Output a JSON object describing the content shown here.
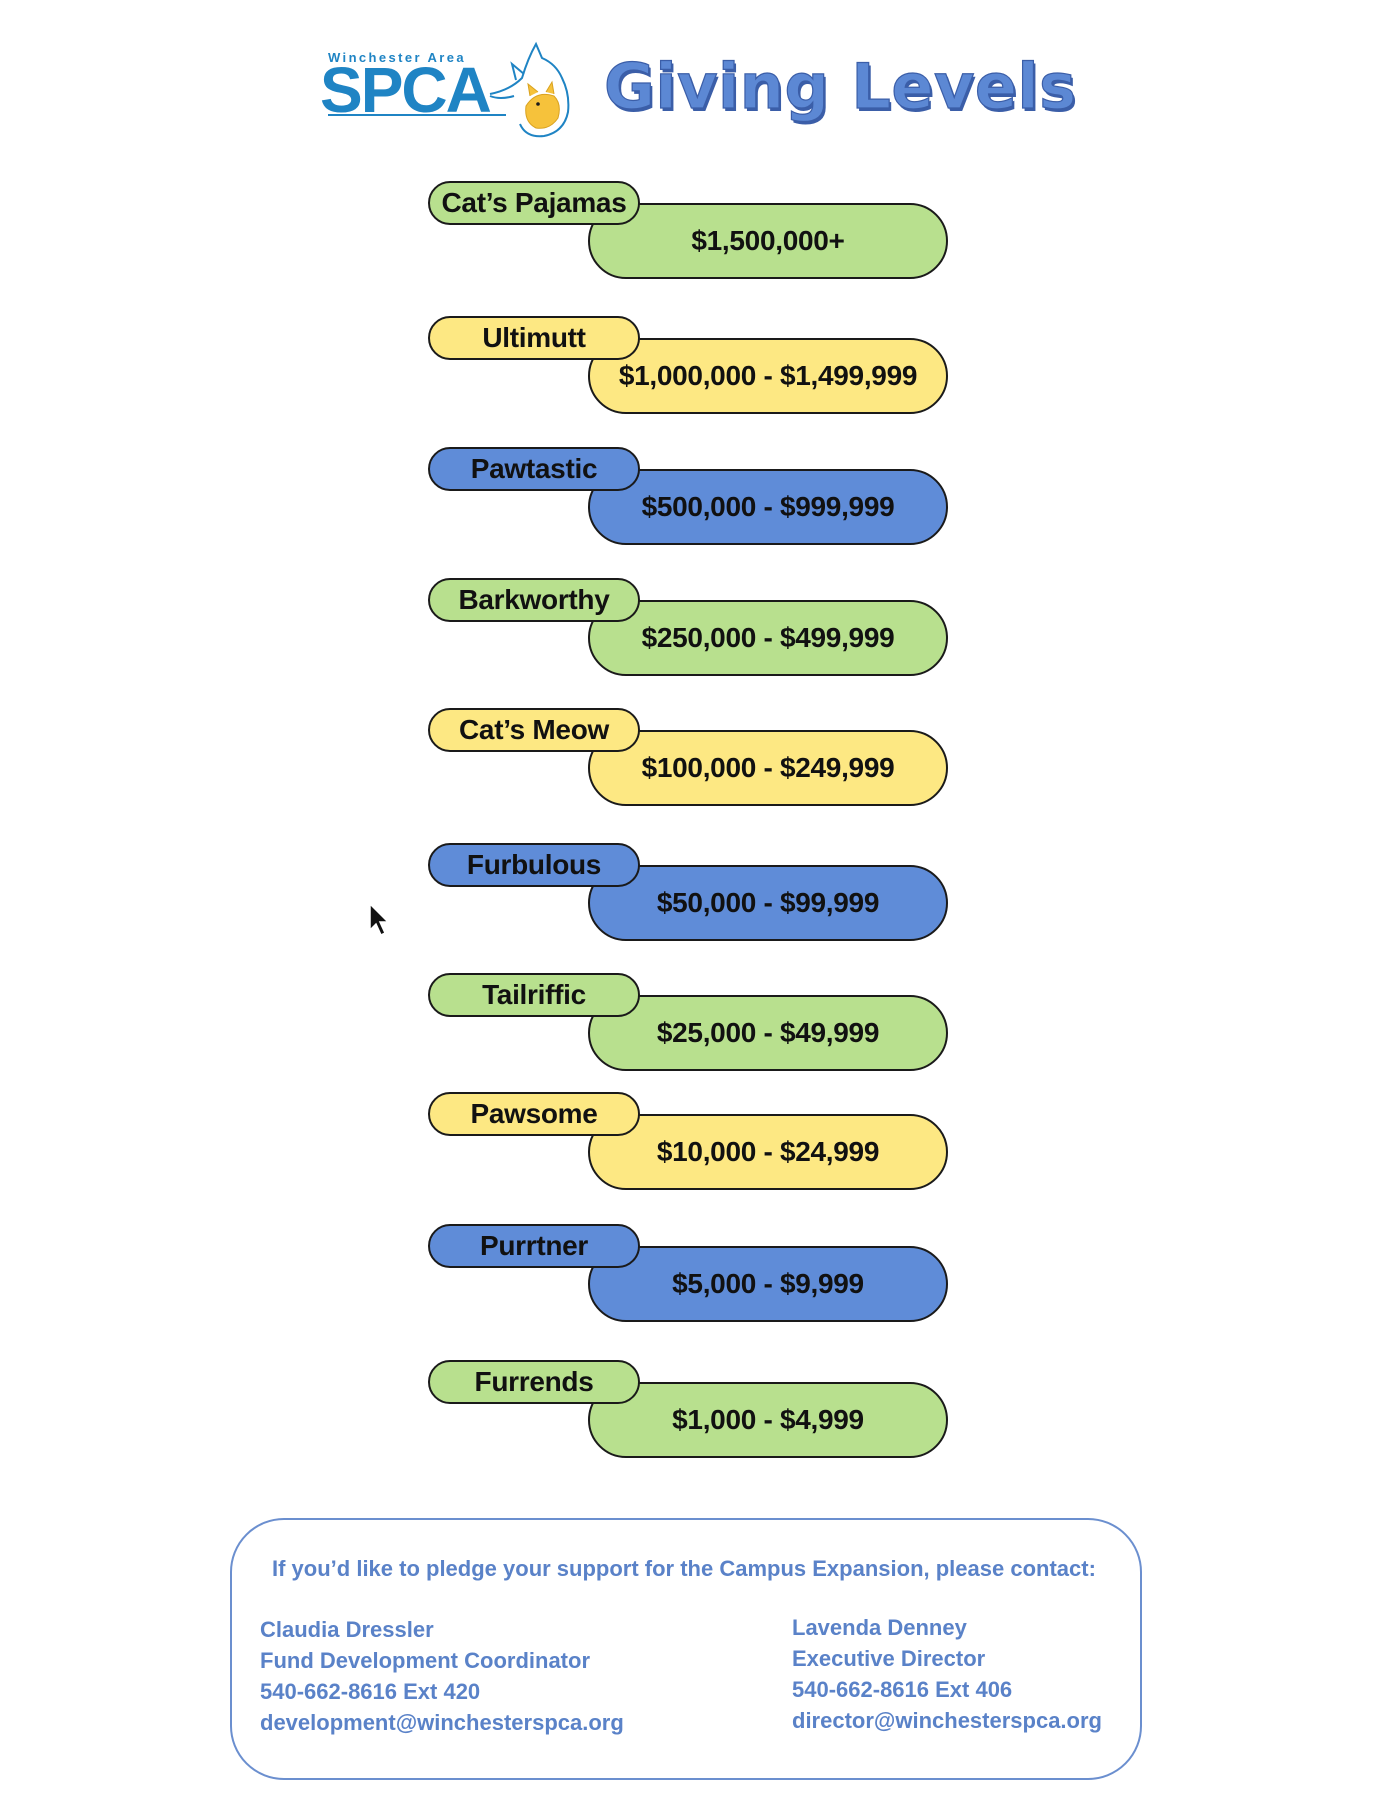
{
  "header": {
    "logo_small": "Winchester Area",
    "logo_big": "SPCA",
    "title": "Giving Levels"
  },
  "colors": {
    "green": "#b8e08e",
    "yellow": "#fde883",
    "blue": "#5f8cd8",
    "title_blue": "#5c88d4",
    "contact_blue": "#5a82c8",
    "logo_blue": "#1f84c4",
    "logo_gold": "#f6c23b"
  },
  "levels": [
    {
      "name": "Cat’s Pajamas",
      "amount": "$1,500,000+",
      "color": "green"
    },
    {
      "name": "Ultimutt",
      "amount": "$1,000,000 - $1,499,999",
      "color": "yellow"
    },
    {
      "name": "Pawtastic",
      "amount": "$500,000 - $999,999",
      "color": "blue"
    },
    {
      "name": "Barkworthy",
      "amount": "$250,000 - $499,999",
      "color": "green"
    },
    {
      "name": "Cat’s Meow",
      "amount": "$100,000 - $249,999",
      "color": "yellow"
    },
    {
      "name": "Furbulous",
      "amount": "$50,000 - $99,999",
      "color": "blue"
    },
    {
      "name": "Tailriffic",
      "amount": "$25,000 - $49,999",
      "color": "green"
    },
    {
      "name": "Pawsome",
      "amount": "$10,000 - $24,999",
      "color": "yellow"
    },
    {
      "name": "Purrtner",
      "amount": "$5,000 - $9,999",
      "color": "blue"
    },
    {
      "name": "Furrends",
      "amount": "$1,000 - $4,999",
      "color": "green"
    }
  ],
  "contact": {
    "intro": "If you’d like to pledge your support for the Campus Expansion, please contact:",
    "left": {
      "name": "Claudia Dressler",
      "title": "Fund Development Coordinator",
      "phone": "540-662-8616 Ext 420",
      "email": "development@winchesterspca.org"
    },
    "right": {
      "name": "Lavenda Denney",
      "title": "Executive Director",
      "phone": "540-662-8616 Ext 406",
      "email": "director@winchesterspca.org"
    }
  }
}
